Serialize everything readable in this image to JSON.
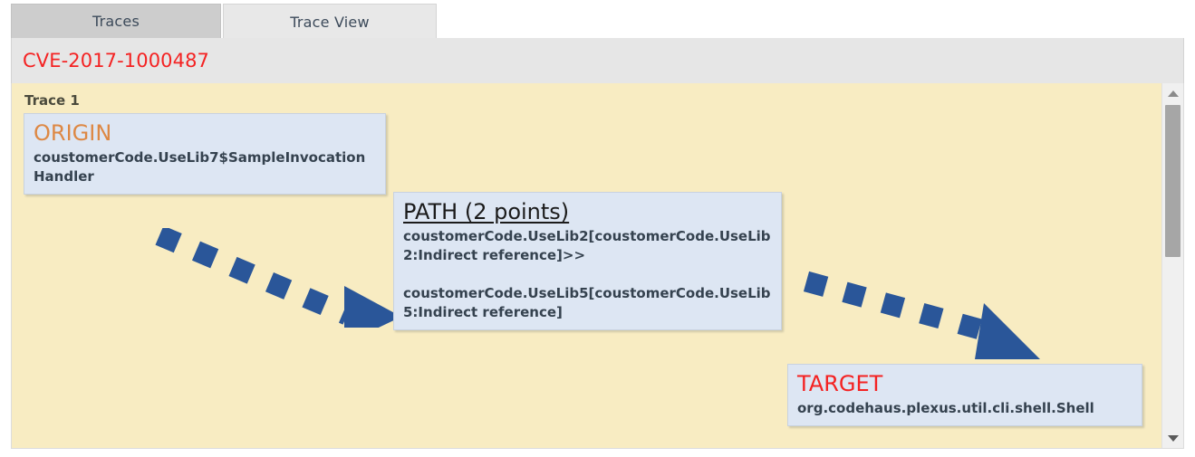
{
  "window": {
    "tabs": [
      {
        "label": "Traces",
        "active": false
      },
      {
        "label": "Trace View",
        "active": true
      }
    ]
  },
  "header": {
    "cve_id": "CVE-2017-1000487",
    "cve_color": "#f42222"
  },
  "trace_view": {
    "trace_label": "Trace 1",
    "background_color": "#f8ecc2",
    "node_background_color": "#dde6f3",
    "arrow_color": "#2a5699",
    "nodes": {
      "origin": {
        "title": "ORIGIN",
        "title_color": "#dd8844",
        "body": "coustomerCode.UseLib7$SampleInvocationHandler"
      },
      "path": {
        "title": "PATH (2 points)",
        "title_color": "#1b1b1b",
        "points": [
          "coustomerCode.UseLib2[coustomerCode.UseLib2:Indirect reference]>>",
          "coustomerCode.UseLib5[coustomerCode.UseLib5:Indirect reference]"
        ]
      },
      "target": {
        "title": "TARGET",
        "title_color": "#f42222",
        "body": "org.codehaus.plexus.util.cli.shell.Shell"
      }
    }
  },
  "scrollbar": {
    "up_icon": "triangle-up-icon",
    "down_icon": "triangle-down-icon"
  }
}
